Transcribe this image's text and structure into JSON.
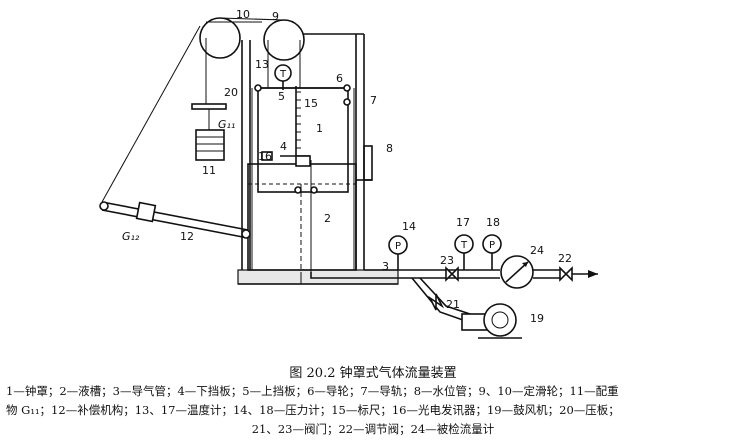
{
  "labels": {
    "n1": "1",
    "n2": "2",
    "n3": "3",
    "n4": "4",
    "n5": "5",
    "n6": "6",
    "n7": "7",
    "n8": "8",
    "n9": "9",
    "n10": "10",
    "n11": "11",
    "n12": "12",
    "n13": "13",
    "n14": "14",
    "n15": "15",
    "n16": "16",
    "n17": "17",
    "n18": "18",
    "n19": "19",
    "n20": "20",
    "n21": "21",
    "n22": "22",
    "n23": "23",
    "n24": "24",
    "g11": "G₁₁",
    "g12": "G₁₂"
  },
  "gauges": {
    "t13": "T",
    "p14": "P",
    "t17": "T",
    "p18": "P"
  },
  "caption": "图 20.2   钟罩式气体流量装置",
  "legend": {
    "line1": "1—钟罩；2—液槽；3—导气管；4—下挡板；5—上挡板；6—导轮；7—导轨；8—水位管；9、10—定滑轮；11—配重",
    "line2": "物 G₁₁；12—补偿机构；13、17—温度计；14、18—压力计；15—标尺；16—光电发讯器；19—鼓风机；20—压板；",
    "line3": "21、23—阀门；22—调节阀；24—被检流量计"
  }
}
